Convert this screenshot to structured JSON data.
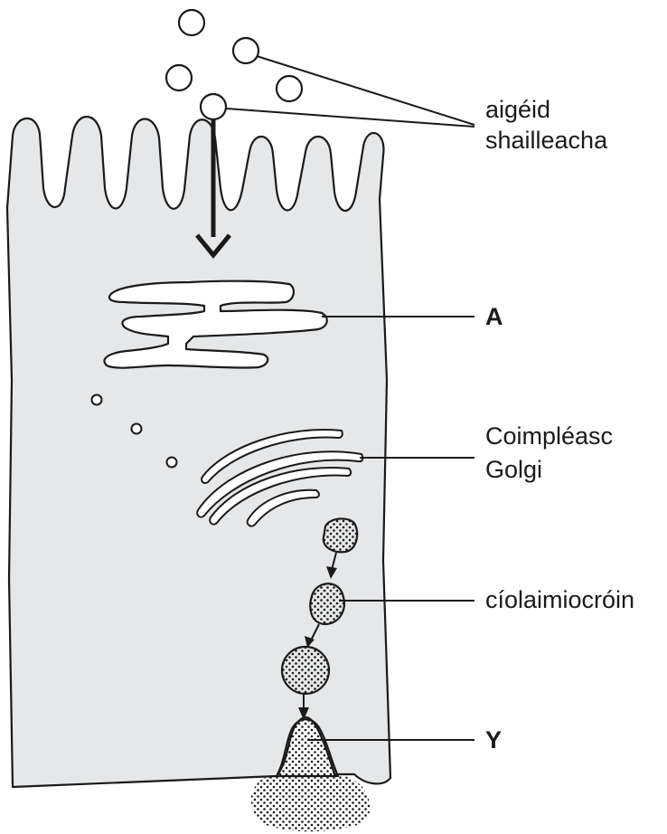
{
  "labels": {
    "amino_acids_line1": "aigéid",
    "amino_acids_line2": "shailleacha",
    "a": "A",
    "golgi_line1": "Coimpléasc",
    "golgi_line2": "Golgi",
    "chylomicron": "cíolaimiocróin",
    "y": "Y"
  },
  "colors": {
    "cytoplasm": "#e6e7e8",
    "outline": "#1a1a1a",
    "background": "#ffffff"
  }
}
